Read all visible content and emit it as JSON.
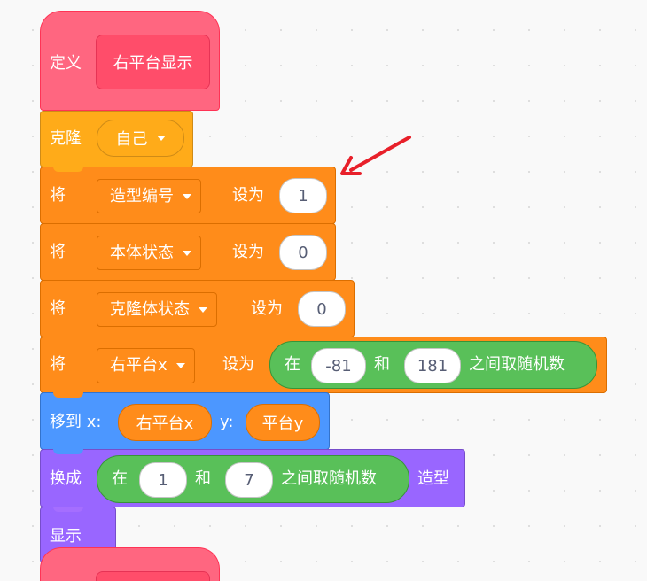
{
  "colors": {
    "define": "#ff6680",
    "control": "#ffab19",
    "variables": "#ff8c1a",
    "motion": "#4c97ff",
    "looks": "#9966ff",
    "operators": "#59c059",
    "arrow": "#e8202a"
  },
  "blocks": {
    "define": {
      "keyword": "定义",
      "name": "右平台显示"
    },
    "clone": {
      "label": "克隆",
      "target": "自己"
    },
    "set1": {
      "label": "将",
      "variable": "造型编号",
      "verb": "设为",
      "value": "1"
    },
    "set2": {
      "label": "将",
      "variable": "本体状态",
      "verb": "设为",
      "value": "0"
    },
    "set3": {
      "label": "将",
      "variable": "克隆体状态",
      "verb": "设为",
      "value": "0"
    },
    "set4": {
      "label": "将",
      "variable": "右平台x",
      "verb": "设为",
      "random": {
        "prefix": "在",
        "from": "-81",
        "and": "和",
        "to": "181",
        "suffix": "之间取随机数"
      }
    },
    "goto": {
      "label": "移到 x:",
      "x_reporter": "右平台x",
      "y_label": "y:",
      "y_reporter": "平台y"
    },
    "switch": {
      "label": "换成",
      "random": {
        "prefix": "在",
        "from": "1",
        "and": "和",
        "to": "7",
        "suffix": "之间取随机数"
      },
      "suffix": "造型"
    },
    "show": {
      "label": "显示"
    }
  },
  "annotation": {
    "icon": "red-arrow-icon"
  }
}
